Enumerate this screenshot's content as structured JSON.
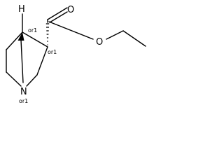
{
  "molecule": {
    "atoms": {
      "hydrogen": "H",
      "nitrogen": "N",
      "carbonyl_oxygen": "O",
      "ester_oxygen": "O"
    },
    "stereo_labels": {
      "c4": "or1",
      "c3": "or1",
      "n1": "or1"
    }
  }
}
